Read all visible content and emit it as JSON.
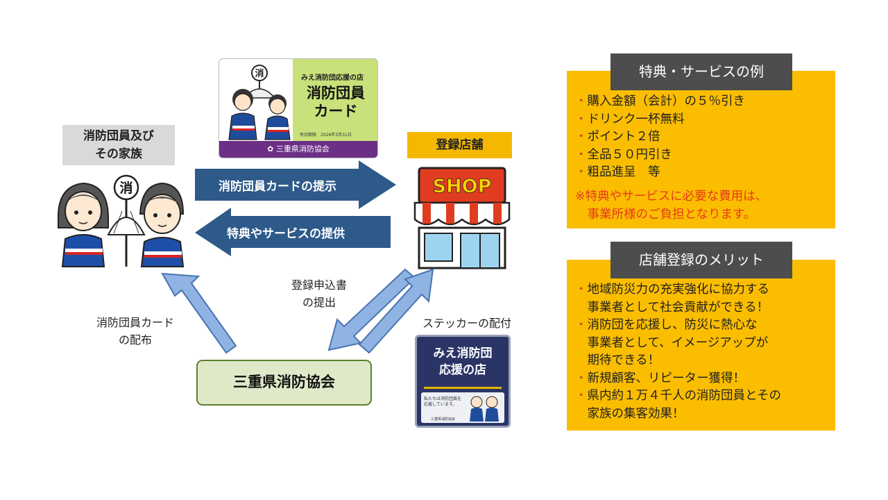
{
  "card": {
    "tag": "みえ消防団応援の店",
    "title": "消防団員\nカード",
    "valid": "有効期限　2026年3月31日",
    "org": "三重県消防協会",
    "badge": "消"
  },
  "family": {
    "label": "消防団員及び\nその家族",
    "badge": "消"
  },
  "shop": {
    "label": "登録店舗",
    "sign": "SHOP"
  },
  "arrows": {
    "present": "消防団員カードの提示",
    "provide": "特典やサービスの提供"
  },
  "labels": {
    "application": "登録申込書\nの提出",
    "distribution": "消防団員カード\nの配布",
    "sticker_distribution": "ステッカーの配付"
  },
  "association": {
    "name": "三重県消防協会"
  },
  "sticker": {
    "title": "みえ消防団\n応援の店",
    "small": "私たちは消防団員を\n応援しています。",
    "org": "三重県消防協会"
  },
  "benefits": {
    "title": "特典・サービスの例",
    "items": [
      "購入金額（会計）の５％引き",
      "ドリンク一杯無料",
      "ポイント２倍",
      "全品５０円引き",
      "粗品進呈　等"
    ],
    "note": "※特典やサービスに必要な費用は、\n　事業所様のご負担となります。"
  },
  "merits": {
    "title": "店舗登録のメリット",
    "items": [
      "地域防災力の充実強化に協力する\n事業者として社会貢献ができる！",
      "消防団を応援し、防災に熱心な\n事業者として、イメージアップが\n期待できる！",
      "新規顧客、リピーター獲得！",
      "県内約１万４千人の消防団員とその\n家族の集客効果！"
    ]
  },
  "colors": {
    "accent": "#fbbd00",
    "navy": "#2e5a8a",
    "arrow_light": "#8fb3e3",
    "panel_head": "#4d4d4d",
    "note_red": "#e53b1a"
  }
}
